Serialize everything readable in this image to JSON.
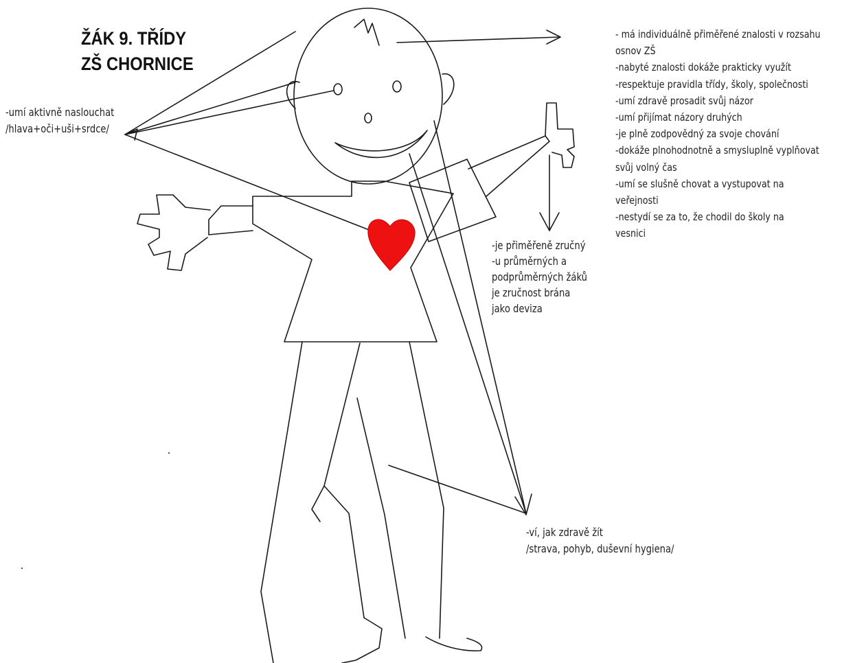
{
  "title": {
    "line1": "ŽÁK 9. TŘÍDY",
    "line2": "ZŠ CHORNICE"
  },
  "notes": {
    "left": [
      "-umí aktivně naslouchat",
      "/hlava+oči+uši+srdce/"
    ],
    "right": [
      "- má individuálně přiměřené znalosti v rozsahu",
      "osnov ZŠ",
      "-nabyté znalosti dokáže prakticky využít",
      "-respektuje pravidla třídy, školy, společnosti",
      "-umí zdravě prosadit svůj názor",
      "-umí přijímat názory druhých",
      "-je plně zodpovědný za svoje chování",
      "-dokáže plnohodnotně a smysluplně vyplňovat",
      "svůj volný čas",
      "-umí se slušně chovat a vystupovat na",
      "veřejnosti",
      "-nestydí se za to, že chodil do školy na",
      "vesnici"
    ],
    "hand": [
      "-je  přiměřeně zručný",
      "-u průměrných a",
      "podprůměrných žáků",
      "je zručnost brána",
      "jako deviza"
    ],
    "health": [
      "-ví, jak zdravě žít",
      "/strava, pohyb, duševní hygiena/"
    ]
  },
  "colors": {
    "ink": "#1a1a1a",
    "heart": "#ee1111",
    "background": "#ffffff"
  }
}
